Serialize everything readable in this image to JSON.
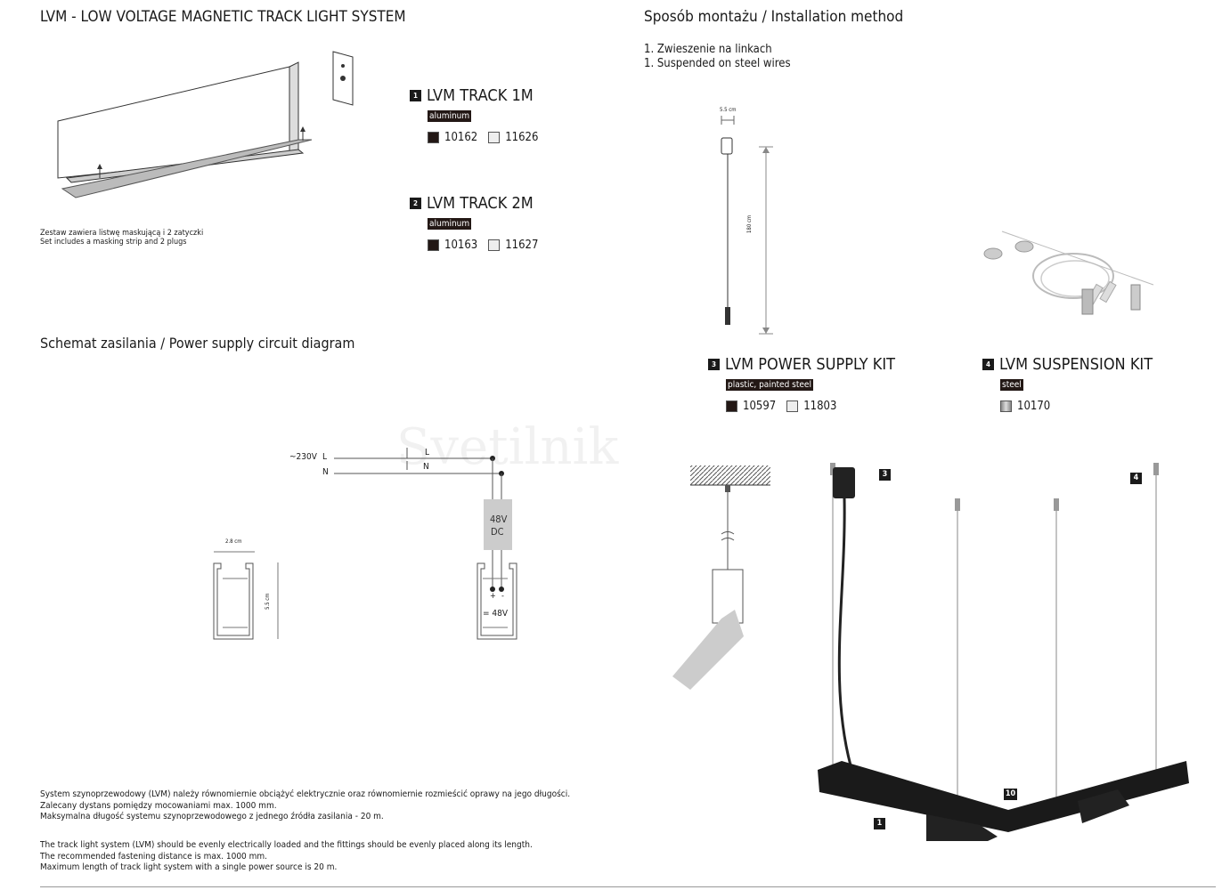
{
  "header": {
    "title": "LVM - LOW VOLTAGE MAGNETIC TRACK LIGHT SYSTEM",
    "install_title": "Sposób montażu / Installation method"
  },
  "install": {
    "line_pl": "1. Zwieszenie na linkach",
    "line_en": "1. Suspended on steel wires",
    "dim_width": "5.5 cm",
    "dim_height": "180 cm"
  },
  "track_note": {
    "pl": "Zestaw zawiera listwę maskującą i 2 zatyczki",
    "en": "Set includes a masking strip and 2 plugs"
  },
  "products": [
    {
      "num": "1",
      "name": "LVM TRACK 1M",
      "material": "aluminum",
      "codes": [
        {
          "code": "10162",
          "color": "#231815"
        },
        {
          "code": "11626",
          "color": "#eeeeee"
        }
      ]
    },
    {
      "num": "2",
      "name": "LVM TRACK 2M",
      "material": "aluminum",
      "codes": [
        {
          "code": "10163",
          "color": "#231815"
        },
        {
          "code": "11627",
          "color": "#eeeeee"
        }
      ]
    },
    {
      "num": "3",
      "name": "LVM POWER SUPPLY KIT",
      "material": "plastic, painted steel",
      "codes": [
        {
          "code": "10597",
          "color": "#231815"
        },
        {
          "code": "11803",
          "color": "#eeeeee"
        }
      ]
    },
    {
      "num": "4",
      "name": "LVM SUSPENSION KIT",
      "material": "steel",
      "codes": [
        {
          "code": "10170",
          "color": "#aaaaaa"
        }
      ]
    }
  ],
  "circuit": {
    "title": "Schemat zasilania / Power supply circuit diagram",
    "voltage_in": "~230V",
    "L": "L",
    "N": "N",
    "psu_line1": "48V",
    "psu_line2": "DC",
    "plus": "+",
    "minus": "-",
    "out": "= 48V",
    "profile_width": "2.8 cm",
    "profile_height": "5.5 cm"
  },
  "callouts": {
    "c3": "3",
    "c4": "4",
    "c10": "10",
    "c1": "1"
  },
  "watermark": "Svetilnik",
  "notes": {
    "pl": [
      "System szynoprzewodowy (LVM) należy równomiernie obciążyć elektrycznie oraz równomiernie rozmieścić oprawy na jego długości.",
      "Zalecany dystans pomiędzy mocowaniami max. 1000 mm.",
      "Maksymalna długość systemu szynoprzewodowego z jednego źródła zasilania - 20 m."
    ],
    "en": [
      "The track light system (LVM) should be evenly electrically loaded and the fittings should be evenly placed along its length.",
      "The recommended fastening distance is max. 1000 mm.",
      "Maximum length of track light system with a single power source is 20 m."
    ]
  }
}
